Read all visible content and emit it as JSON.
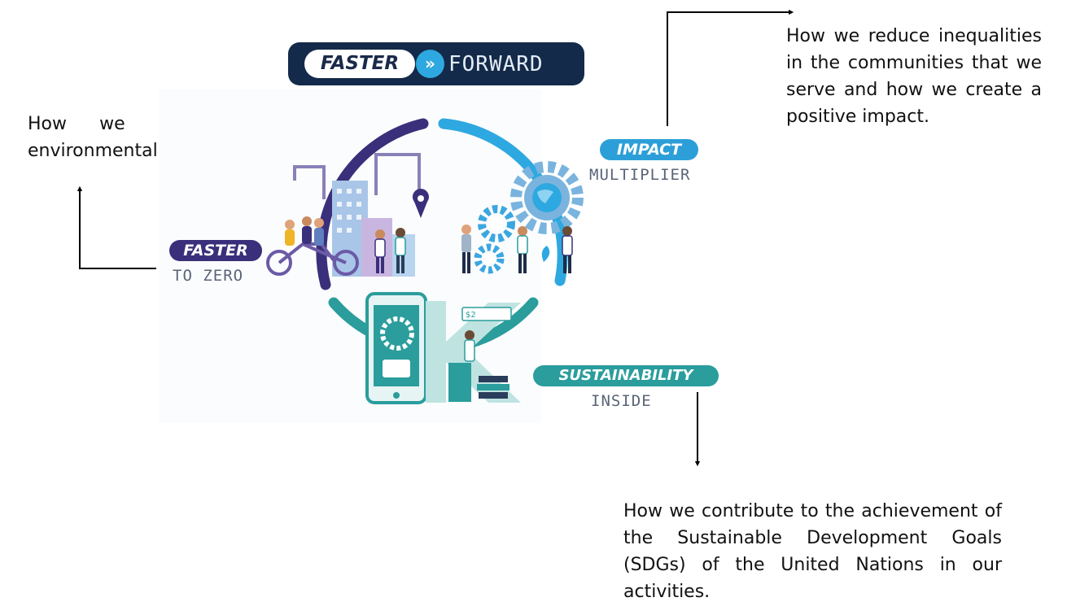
{
  "logo": {
    "faster": "FASTER",
    "chevron": "»",
    "forward": "FORWARD"
  },
  "pillars": {
    "faster_to_zero": {
      "pill": "FASTER",
      "sub": "TO ZERO",
      "color": "#3a2f7a"
    },
    "impact_multiplier": {
      "pill": "IMPACT",
      "sub": "MULTIPLIER",
      "color": "#2c9fd8"
    },
    "sustainability_inside": {
      "pill": "SUSTAINABILITY",
      "sub": "INSIDE",
      "color": "#2a9d9c"
    }
  },
  "notes": {
    "environmental": "How we reduce our environmental impact.",
    "inequalities": "How we reduce inequalities in the communities that we serve and how we create a positive impact.",
    "sdgs": "How we contribute to the achievement of the Sustainable Development Goals (SDGs) of the United Nations in our activities."
  },
  "illustration": {
    "tablet_tag": "$2"
  }
}
